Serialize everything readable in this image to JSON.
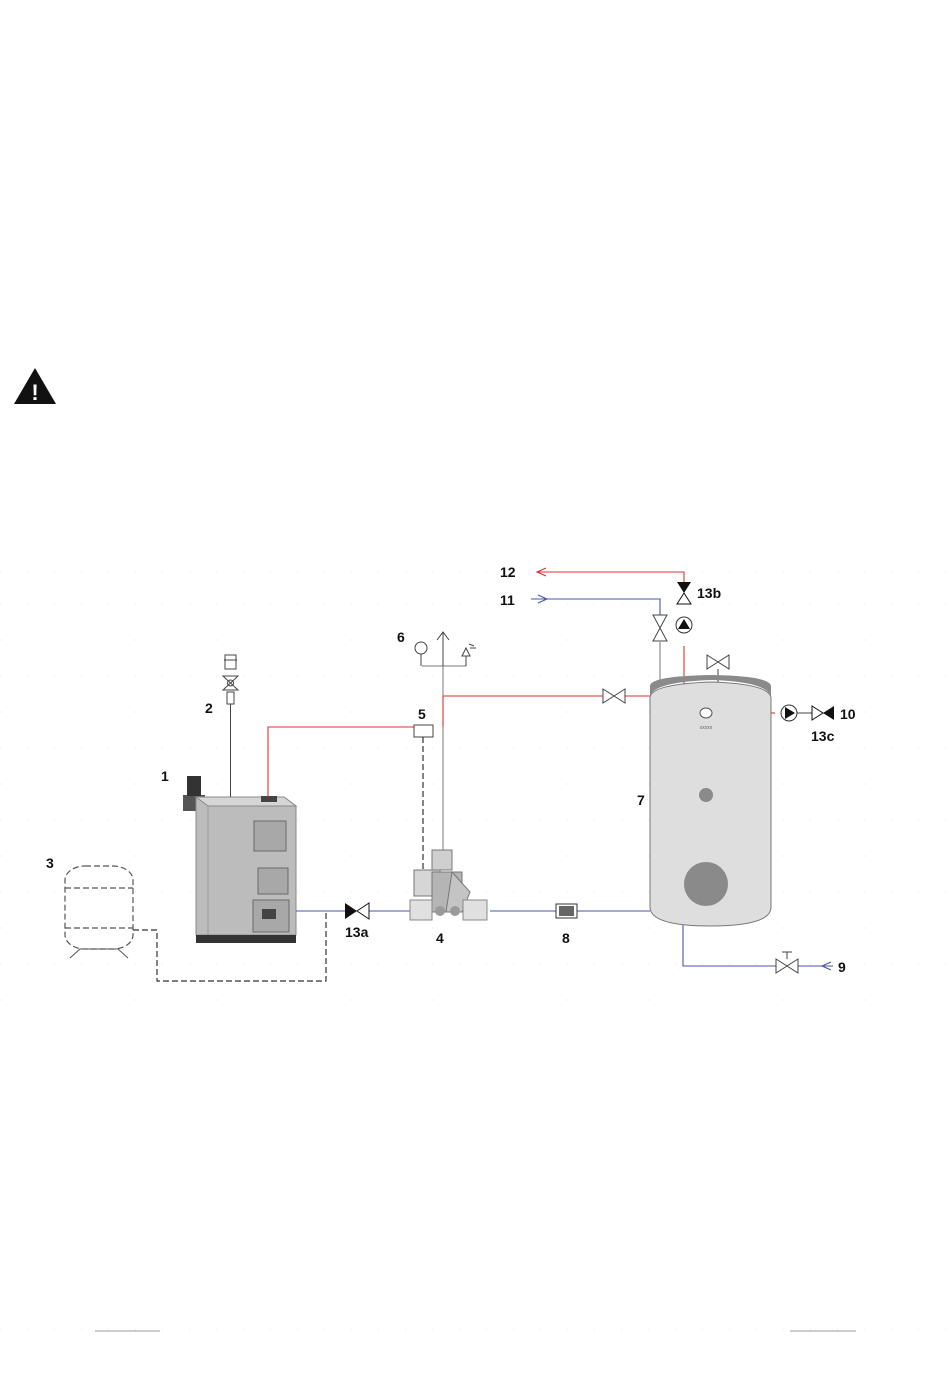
{
  "labels": {
    "l1": "1",
    "l2": "2",
    "l3": "3",
    "l4": "4",
    "l5": "5",
    "l6": "6",
    "l7": "7",
    "l8": "8",
    "l9": "9",
    "l10": "10",
    "l11": "11",
    "l12": "12",
    "l13a": "13a",
    "l13b": "13b",
    "l13c": "13c"
  },
  "tank_mark": "xxxxx",
  "warning_glyph": "!",
  "colors": {
    "hot": "#e03030",
    "cold": "#4a55a8",
    "dashed": "#333333",
    "tank_fill": "#dedede",
    "tank_top": "#8a8a8a",
    "boiler": "#b9b9b9"
  }
}
